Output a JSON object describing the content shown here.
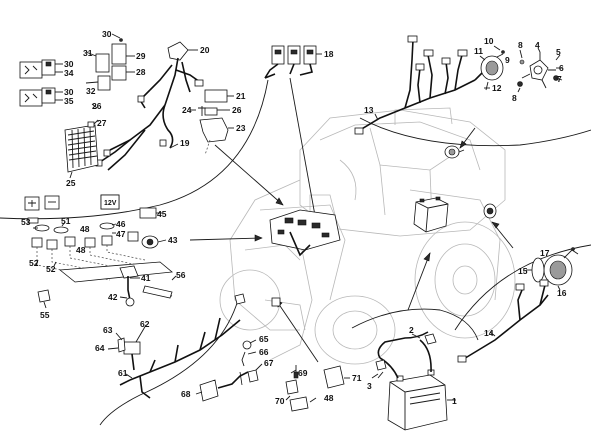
{
  "callouts": {
    "c1": "1",
    "c2": "2",
    "c3": "3",
    "c4": "4",
    "c5": "5",
    "c6": "6",
    "c7": "7",
    "c8": "8",
    "c8b": "8",
    "c9": "9",
    "c10": "10",
    "c11": "11",
    "c12": "12",
    "c13": "13",
    "c14": "14",
    "c15": "15",
    "c16": "16",
    "c17": "17",
    "c18": "18",
    "c19": "19",
    "c20": "20",
    "c21": "21",
    "c23": "23",
    "c24": "24",
    "c25": "25",
    "c26a": "26",
    "c26b": "26",
    "c27": "27",
    "c28": "28",
    "c29": "29",
    "c30a": "30",
    "c30b": "30",
    "c30c": "30",
    "c31": "31",
    "c32": "32",
    "c34": "34",
    "c35": "35",
    "c41": "41",
    "c42": "42",
    "c43": "43",
    "c45": "45",
    "c46": "46",
    "c47": "47",
    "c48a": "48",
    "c48b": "48",
    "c48c": "48",
    "c51": "51",
    "c52a": "52",
    "c52b": "52",
    "c53": "53",
    "c55": "55",
    "c56": "56",
    "c61": "61",
    "c62": "62",
    "c63": "63",
    "c64": "64",
    "c65": "65",
    "c66": "66",
    "c67": "67",
    "c68": "68",
    "c69": "69",
    "c70": "70",
    "c71": "71"
  },
  "badges": {
    "voltage": "12V"
  },
  "colors": {
    "ink": "#111111",
    "ghost": "#b8b8b8",
    "background": "#ffffff"
  }
}
